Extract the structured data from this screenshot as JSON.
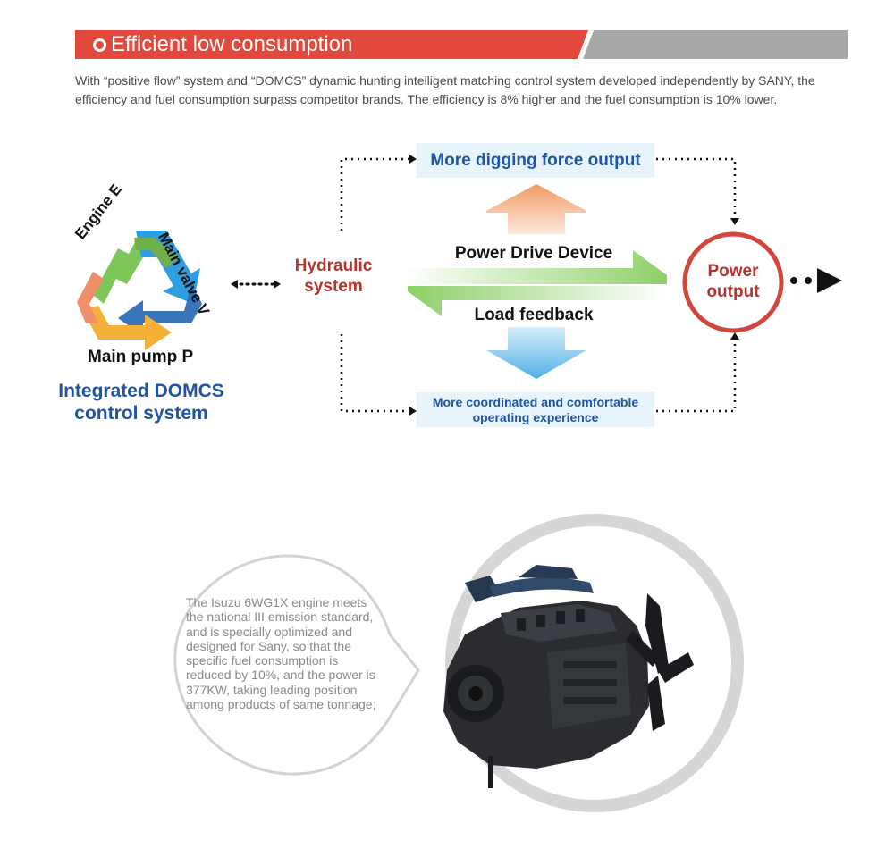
{
  "header": {
    "title": "Efficient low consumption",
    "accent_color": "#e2483b",
    "secondary_color": "#a8a8a8"
  },
  "intro": {
    "text": "With “positive flow” system and “DOMCS” dynamic hunting intelligent matching control system developed independently by SANY, the efficiency and fuel consumption surpass competitor brands. The efficiency is 8% higher and the fuel consumption is 10% lower."
  },
  "diagram": {
    "cycle": {
      "engine": "Engine E",
      "main_valve": "Main valve V",
      "main_pump": "Main pump P",
      "system_title": "Integrated DOMCS control system"
    },
    "hydraulic": "Hydraulic system",
    "digging_force": "More digging force output",
    "power_drive": "Power Drive Device",
    "load_feedback": "Load feedback",
    "coordinated": "More coordinated and comfortable operating experience",
    "power_output": "Power output",
    "colors": {
      "blue_text": "#1f55a3",
      "red_text": "#b8322c",
      "green": "#8fd06a",
      "orange": "#f4a572",
      "light_blue": "#5bb8e8"
    }
  },
  "engine_info": {
    "text": "The Isuzu 6WG1X engine meets the national III emission standard, and is specially optimized and designed for Sany, so that the specific fuel consumption is reduced by 10%, and the power is 377KW, taking leading position among products of same tonnage;"
  }
}
